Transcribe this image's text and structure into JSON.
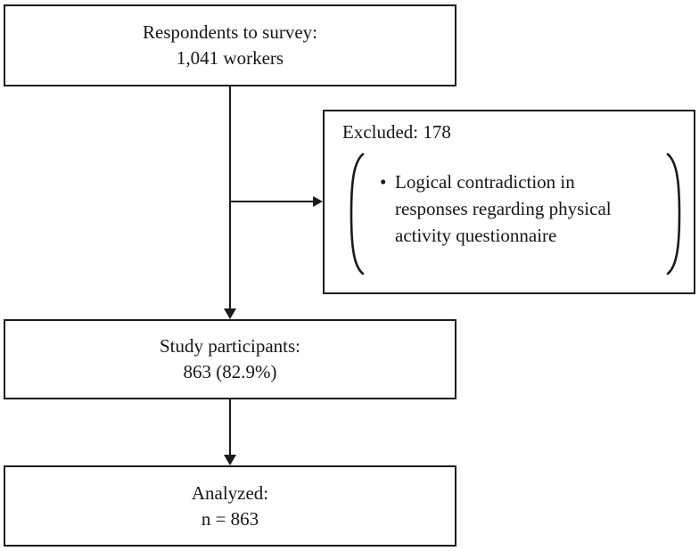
{
  "figure": {
    "type": "flowchart",
    "background": "#ffffff",
    "line_color": "#1b1b1b",
    "text_color": "#161616",
    "boxes": {
      "respondents": {
        "line1": "Respondents to survey:",
        "line2": "1,041 workers"
      },
      "excluded": {
        "title": "Excluded: 178",
        "bullet_glyph": "•",
        "bullet_text": "Logical contradiction in\nresponses regarding physical\nactivity questionnaire"
      },
      "participants": {
        "line1": "Study participants:",
        "line2": "863 (82.9%)"
      },
      "analyzed": {
        "line1": "Analyzed:",
        "line2": "n = 863"
      }
    }
  }
}
